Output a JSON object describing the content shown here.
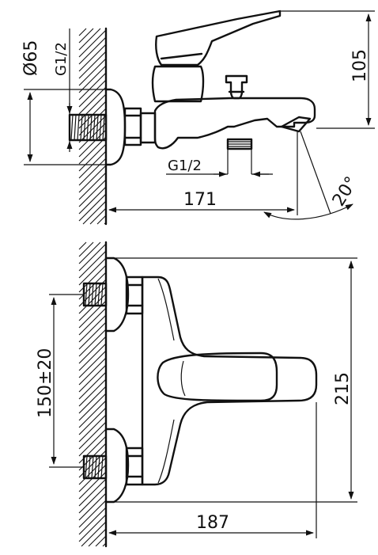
{
  "dimensions": {
    "phi65": "Ø65",
    "g12_wall": "G1/2",
    "height_105": "105",
    "g12_outlet": "G1/2",
    "length_171": "171",
    "angle_20": "20°",
    "spacing_150": "150±20",
    "height_215": "215",
    "length_187": "187"
  }
}
